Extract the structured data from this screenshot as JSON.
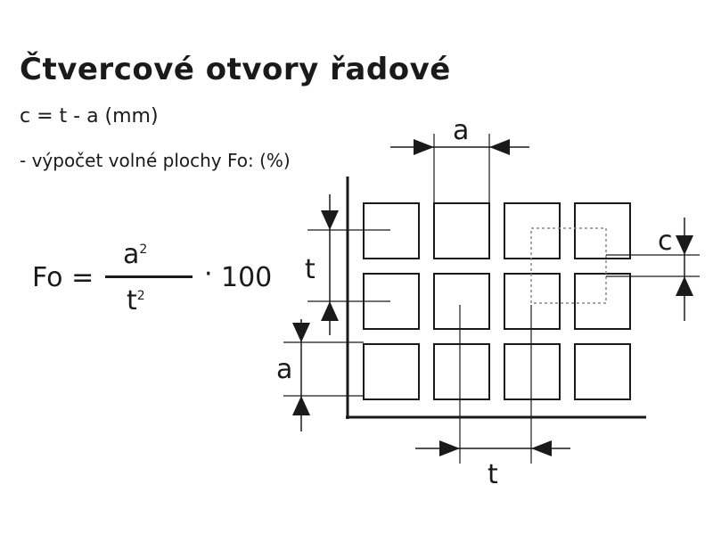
{
  "title": "Čtvercové otvory řadové",
  "formula_c": "c = t - a (mm)",
  "description": "- výpočet volné plochy Fo: (%)",
  "formula": {
    "lhs": "Fo =",
    "numerator": "a",
    "numerator_exp": "2",
    "denominator": "t",
    "denominator_exp": "2",
    "operator": "·",
    "constant": "100"
  },
  "diagram": {
    "label_a_top": "a",
    "label_t_left": "t",
    "label_a_left": "a",
    "label_c_right": "c",
    "label_t_bottom": "t"
  }
}
